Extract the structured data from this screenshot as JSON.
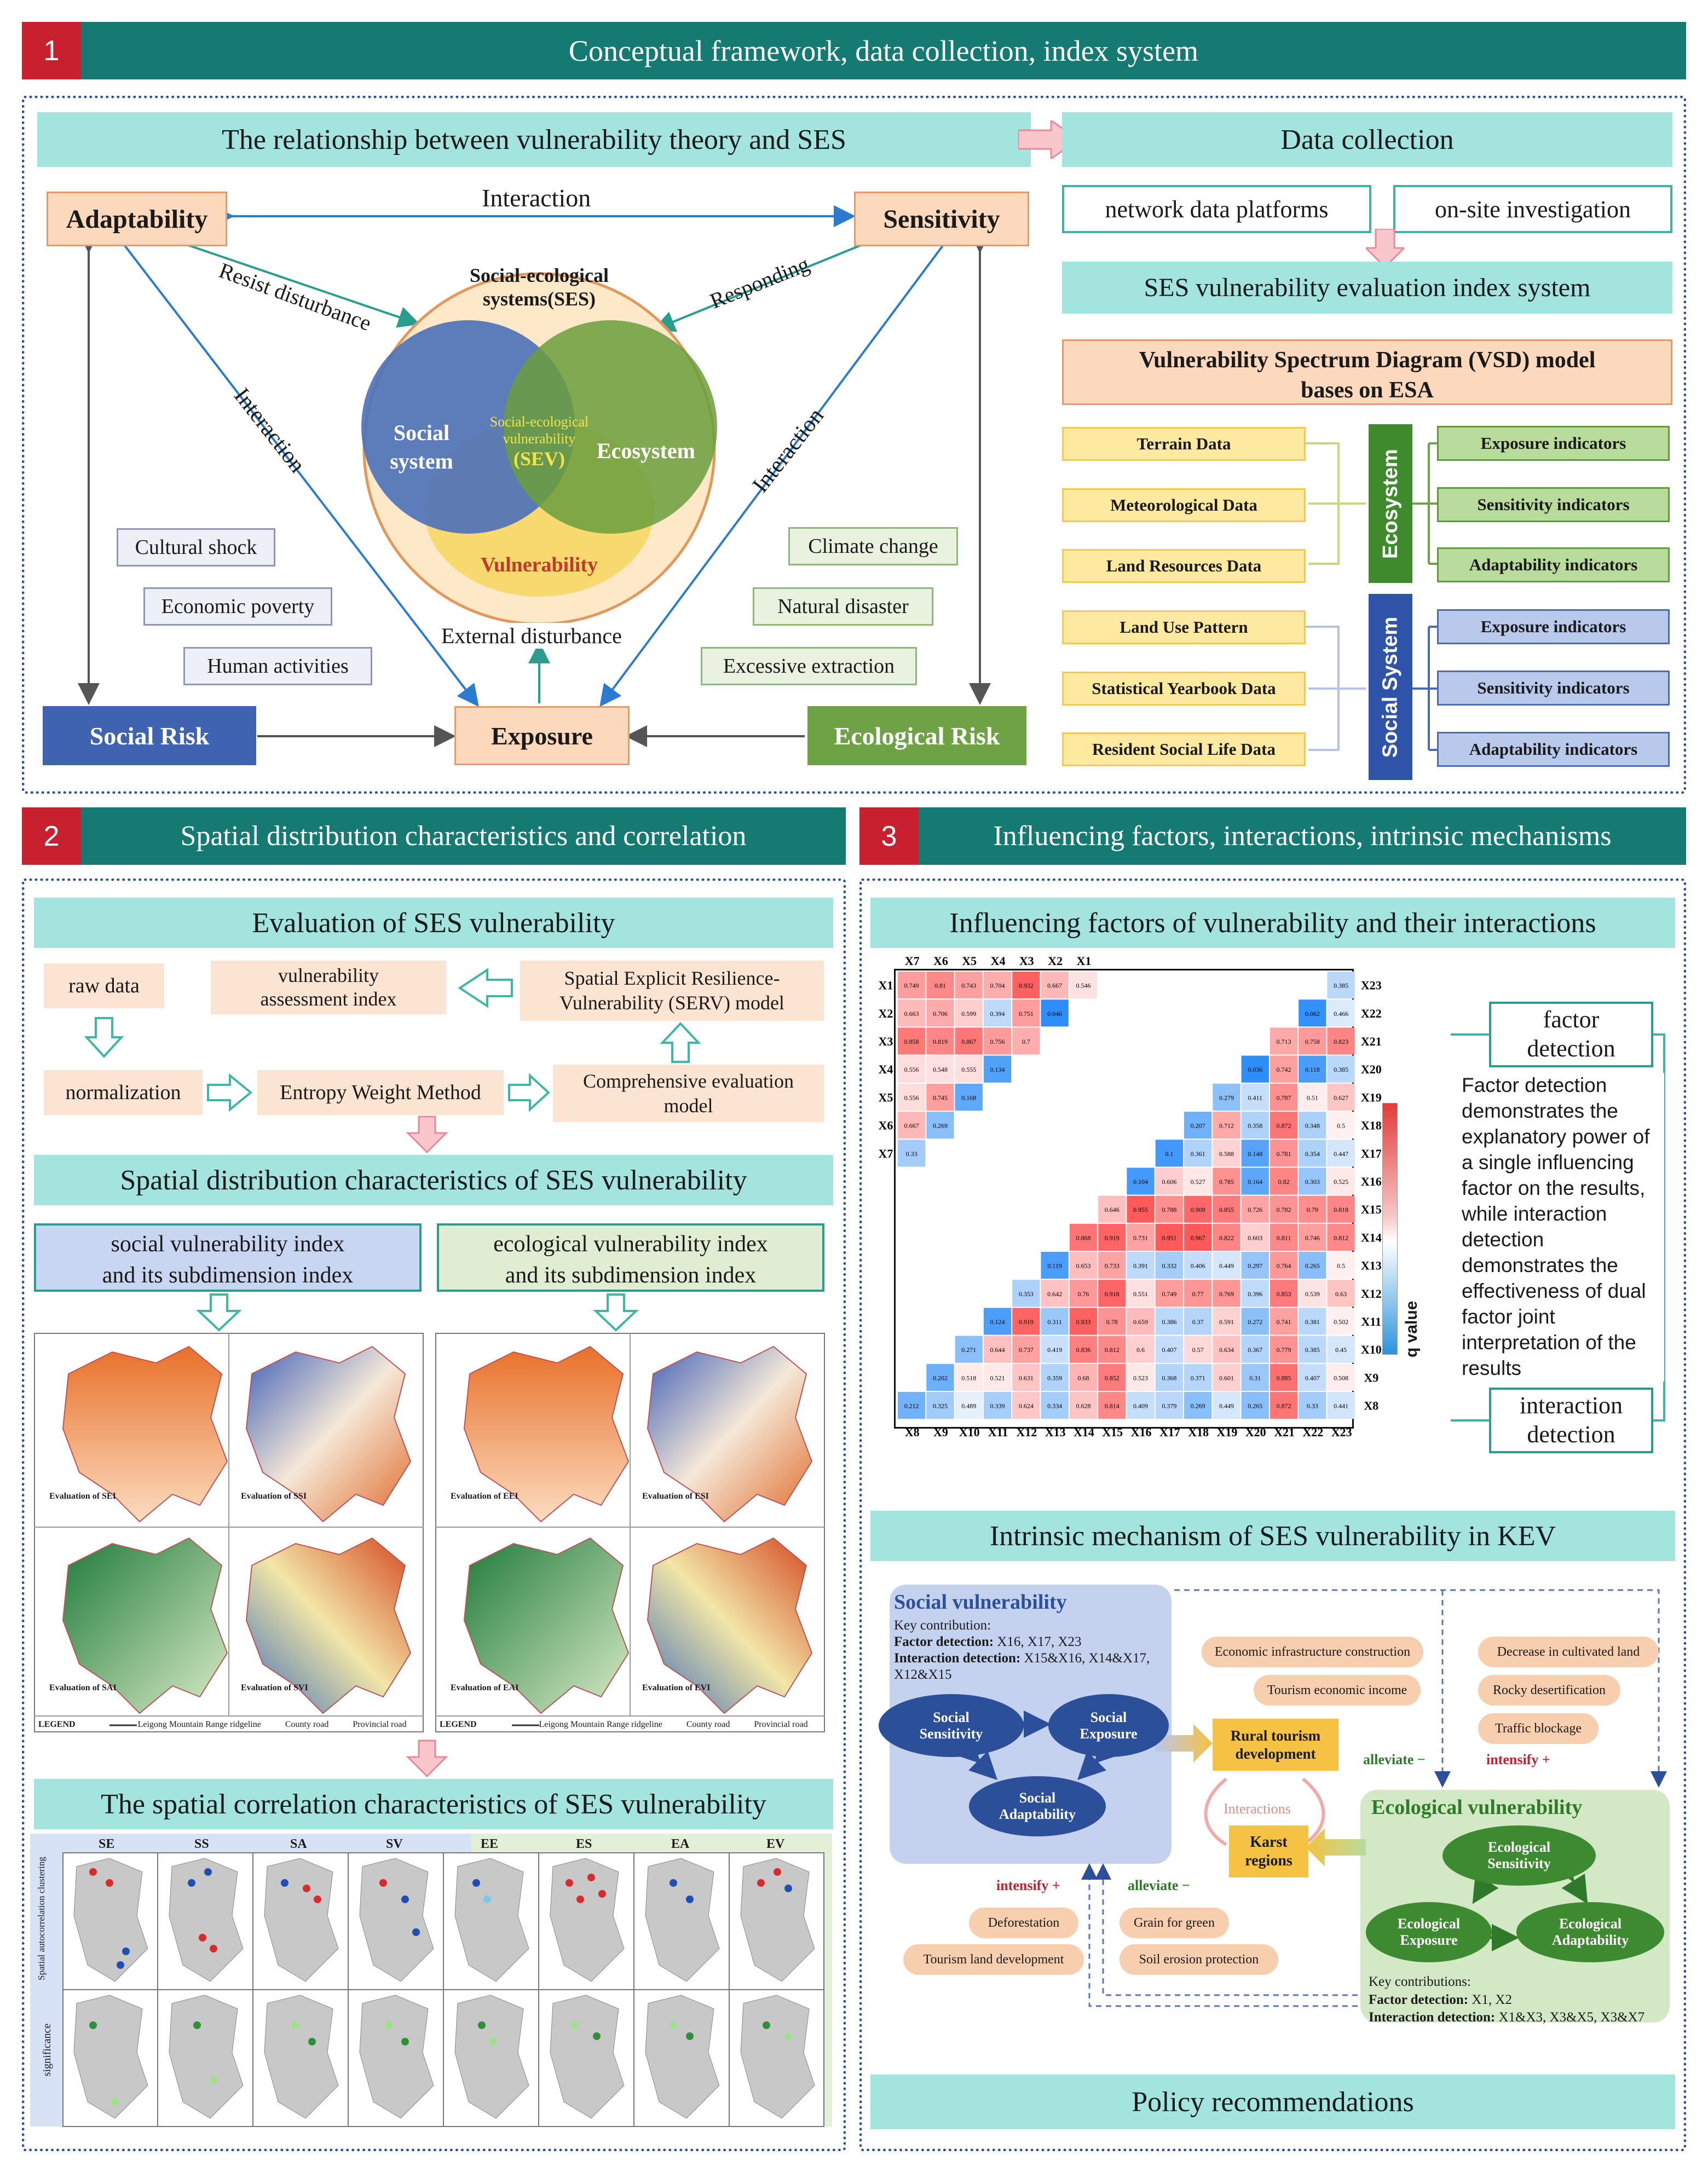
{
  "sections": {
    "s1": {
      "num": "1",
      "title": "Conceptual framework, data collection, index system"
    },
    "s2": {
      "num": "2",
      "title": "Spatial distribution characteristics and correlation"
    },
    "s3": {
      "num": "3",
      "title": "Influencing factors, interactions, intrinsic mechanisms"
    }
  },
  "s1": {
    "relationship_title": "The relationship between vulnerability theory and SES",
    "data_collection_title": "Data collection",
    "adaptability": "Adaptability",
    "sensitivity": "Sensitivity",
    "interaction_top": "Interaction",
    "interaction_left": "Interaction",
    "interaction_right": "Interaction",
    "resist": "Resist disturbance",
    "responding": "Responding",
    "ses_title_1": "Social-ecological",
    "ses_title_2": "systems(SES)",
    "social_system_1": "Social",
    "social_system_2": "system",
    "ecosystem": "Ecosystem",
    "sev_1": "Social-ecological",
    "sev_2": "vulnerability",
    "sev_3": "(SEV)",
    "vulnerability": "Vulnerability",
    "external": "External disturbance",
    "social_factors": [
      "Cultural shock",
      "Economic poverty",
      "Human activities"
    ],
    "eco_factors": [
      "Climate change",
      "Natural disaster",
      "Excessive  extraction"
    ],
    "social_risk": "Social Risk",
    "exposure": "Exposure",
    "ecological_risk": "Ecological Risk",
    "network": "network data platforms",
    "onsite": "on-site investigation",
    "index_system": "SES vulnerability evaluation index system",
    "vsd_1": "Vulnerability Spectrum Diagram (VSD) model",
    "vsd_2": "bases on ESA",
    "eco_data": [
      "Terrain Data",
      "Meteorological Data",
      "Land Resources Data"
    ],
    "soc_data": [
      "Land Use Pattern",
      "Statistical Yearbook Data",
      "Resident Social Life Data"
    ],
    "ecosystem_label": "Ecosystem",
    "social_label": "Social System",
    "eco_ind": [
      "Exposure indicators",
      "Sensitivity indicators",
      "Adaptability indicators"
    ],
    "soc_ind": [
      "Exposure indicators",
      "Sensitivity indicators",
      "Adaptability indicators"
    ]
  },
  "s2": {
    "eval_title": "Evaluation of SES vulnerability",
    "raw": "raw data",
    "vai_1": "vulnerability",
    "vai_2": "assessment index",
    "serv_1": "Spatial Explicit Resilience-",
    "serv_2": "Vulnerability (SERV) model",
    "norm": "normalization",
    "ewm": "Entropy Weight Method",
    "cem_1": "Comprehensive evaluation",
    "cem_2": "model",
    "spatial_title": "Spatial distribution characteristics of SES vulnerability",
    "social_idx_1": "social vulnerability index",
    "social_idx_2": "and its subdimension index",
    "eco_idx_1": "ecological vulnerability index",
    "eco_idx_2": "and its subdimension index",
    "map_titles_left": [
      "Evaluation of SEI",
      "Evaluation of SSI",
      "Evaluation of SAI",
      "Evaluation of SVI"
    ],
    "map_titles_right": [
      "Evaluation of EEI",
      "Evaluation of ESI",
      "Evaluation of EAI",
      "Evaluation of EVI"
    ],
    "legend_word": "LEGEND",
    "legend_ridge": "Leigong Mountain Range ridgeline",
    "legend_county": "County road",
    "legend_prov": "Provincial road",
    "corr_title": "The spatial correlation characteristics of SES vulnerability",
    "corr_cols": [
      "SE",
      "SS",
      "SA",
      "SV",
      "EE",
      "ES",
      "EA",
      "EV"
    ],
    "corr_row1": "Spatial autocorrelation clustering",
    "corr_row2": "significance"
  },
  "s3": {
    "factors_title": "Influencing factors of vulnerability and their interactions",
    "factor_detection_1": "factor",
    "factor_detection_2": "detection",
    "factor_desc": "Factor detection demonstrates the explanatory power of a single influencing factor on the results, while interaction detection demonstrates the effectiveness of dual factor joint interpretation of the results",
    "interaction_detection_1": "interaction",
    "interaction_detection_2": "detection",
    "qvalue": "q value",
    "top_labels": [
      "X7",
      "X6",
      "X5",
      "X4",
      "X3",
      "X2",
      "X1"
    ],
    "left_labels": [
      "X1",
      "X2",
      "X3",
      "X4",
      "X5",
      "X6",
      "X7"
    ],
    "bottom_labels": [
      "X8",
      "X9",
      "X10",
      "X11",
      "X12",
      "X13",
      "X14",
      "X15",
      "X16",
      "X17",
      "X18",
      "X19",
      "X20",
      "X21",
      "X22",
      "X23"
    ],
    "right_labels": [
      "X23",
      "X22",
      "X21",
      "X20",
      "X19",
      "X18",
      "X17",
      "X16",
      "X15",
      "X14",
      "X13",
      "X12",
      "X11",
      "X10",
      "X9",
      "X8"
    ],
    "matrix_a": [
      [
        "0.749",
        "0.81",
        "0.743",
        "0.704",
        "0.932",
        "0.667",
        "0.546"
      ],
      [
        "0.663",
        "0.706",
        "0.599",
        "0.394",
        "0.751",
        "0.046"
      ],
      [
        "0.858",
        "0.819",
        "0.867",
        "0.756",
        "0.7"
      ],
      [
        "0.556",
        "0.548",
        "0.555",
        "0.134"
      ],
      [
        "0.556",
        "0.745",
        "0.168"
      ],
      [
        "0.667",
        "0.269"
      ],
      [
        "0.33"
      ]
    ],
    "matrix_b": [
      [
        "0.385"
      ],
      [
        "0.062",
        "0.466"
      ],
      [
        "0.713",
        "0.758",
        "0.823"
      ],
      [
        "0.036",
        "0.742",
        "0.118",
        "0.385"
      ],
      [
        "0.279",
        "0.411",
        "0.787",
        "0.51",
        "0.627"
      ],
      [
        "0.207",
        "0.712",
        "0.358",
        "0.872",
        "0.348",
        "0.5"
      ],
      [
        "0.1",
        "0.361",
        "0.588",
        "0.148",
        "0.781",
        "0.354",
        "0.447"
      ],
      [
        "0.104",
        "0.606",
        "0.527",
        "0.785",
        "0.164",
        "0.82",
        "0.303",
        "0.525"
      ],
      [
        "0.646",
        "0.955",
        "0.788",
        "0.909",
        "0.855",
        "0.726",
        "0.782",
        "0.79",
        "0.818"
      ],
      [
        "0.868",
        "0.919",
        "0.731",
        "0.951",
        "0.967",
        "0.822",
        "0.603",
        "0.811",
        "0.746",
        "0.812"
      ],
      [
        "0.119",
        "0.653",
        "0.733",
        "0.391",
        "0.332",
        "0.406",
        "0.449",
        "0.297",
        "0.764",
        "0.265",
        "0.5"
      ],
      [
        "0.353",
        "0.642",
        "0.76",
        "0.918",
        "0.551",
        "0.749",
        "0.77",
        "0.769",
        "0.396",
        "0.853",
        "0.539",
        "0.63"
      ],
      [
        "0.124",
        "0.919",
        "0.311",
        "0.933",
        "0.78",
        "0.659",
        "0.386",
        "0.37",
        "0.591",
        "0.272",
        "0.741",
        "0.381",
        "0.502"
      ],
      [
        "0.271",
        "0.644",
        "0.737",
        "0.419",
        "0.836",
        "0.812",
        "0.6",
        "0.407",
        "0.57",
        "0.634",
        "0.367",
        "0.779",
        "0.385",
        "0.45"
      ],
      [
        "0.202",
        "0.518",
        "0.521",
        "0.631",
        "0.359",
        "0.68",
        "0.852",
        "0.523",
        "0.368",
        "0.371",
        "0.601",
        "0.31",
        "0.885",
        "0.407",
        "0.508"
      ],
      [
        "0.212",
        "0.325",
        "0.489",
        "0.339",
        "0.624",
        "0.334",
        "0.628",
        "0.814",
        "0.409",
        "0.379",
        "0.269",
        "0.449",
        "0.265",
        "0.872",
        "0.33",
        "0.441"
      ]
    ],
    "mech_title": "Intrinsic mechanism of SES vulnerability in KEV",
    "social_vuln": "Social vulnerability",
    "key_contribution": "Key contribution:",
    "fd_label": "Factor detection:",
    "fd_values": "X16, X17, X23",
    "id_label": "Interaction detection:",
    "id_values": "X15&X16, X14&X17, X12&X15",
    "soc_sens_1": "Social",
    "soc_sens_2": "Sensitivity",
    "soc_exp_1": "Social",
    "soc_exp_2": "Exposure",
    "soc_ada_1": "Social",
    "soc_ada_2": "Adaptability",
    "mid_pills": [
      "Economic infrastructure construction",
      "Tourism economic income"
    ],
    "right_pills": [
      "Decrease in cultivated land",
      "Rocky desertification",
      "Traffic blockage"
    ],
    "intensify_top": "intensify +",
    "alleviate_top": "alleviate −",
    "rural_1": "Rural tourism",
    "rural_2": "development",
    "interactions": "Interactions",
    "karst_1": "Karst",
    "karst_2": "regions",
    "eco_vuln": "Ecological vulnerability",
    "eco_sens_1": "Ecological",
    "eco_sens_2": "Sensitivity",
    "eco_exp_1": "Ecological",
    "eco_exp_2": "Exposure",
    "eco_ada_1": "Ecological",
    "eco_ada_2": "Adaptability",
    "intensify_bot": "intensify +",
    "alleviate_bot": "alleviate −",
    "left_pills": [
      "Deforestation",
      "Tourism land development"
    ],
    "green_pills": [
      "Grain for green",
      "Soil erosion protection"
    ],
    "key_contributions2": "Key contributions:",
    "fd2_label": "Factor detection:",
    "fd2_values": "X1, X2",
    "id2_label": "Interaction detection:",
    "id2_values": "X1&X3, X3&X5, X3&X7",
    "policy": "Policy recommendations"
  }
}
